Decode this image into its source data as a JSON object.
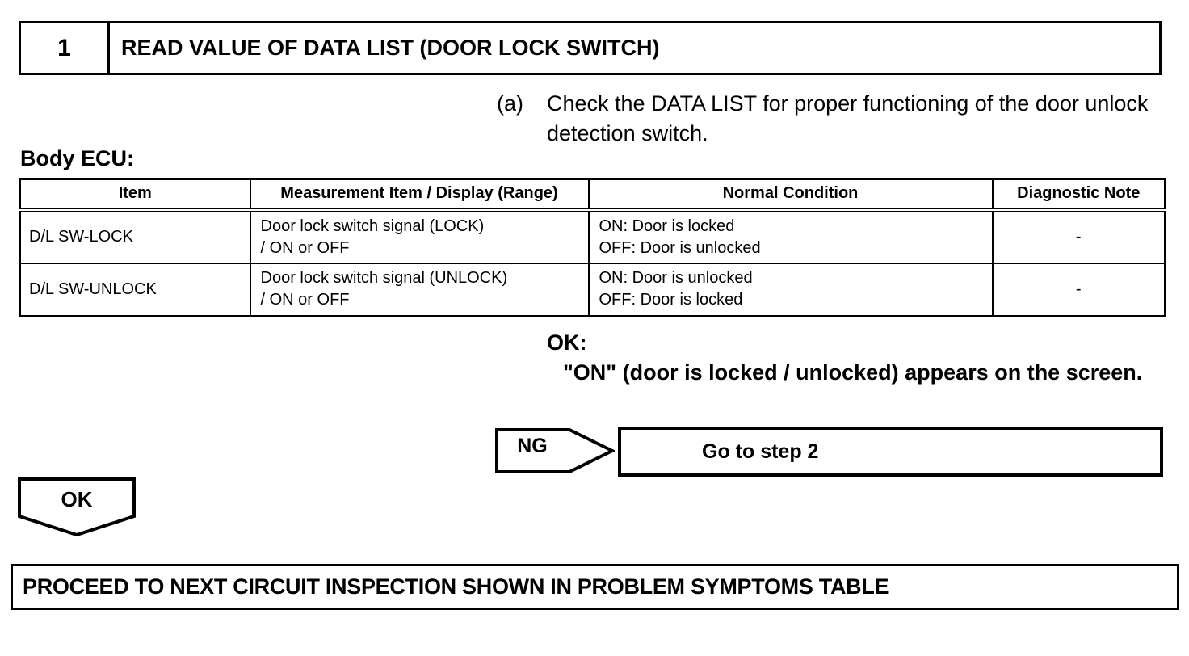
{
  "colors": {
    "ink": "#000000",
    "paper": "#ffffff"
  },
  "step": {
    "number": "1",
    "title": "READ VALUE OF DATA LIST (DOOR LOCK SWITCH)"
  },
  "instruction": {
    "marker": "(a)",
    "text": "Check the DATA LIST for proper functioning of the door unlock detection switch."
  },
  "table": {
    "caption": "Body ECU:",
    "headers": {
      "item": "Item",
      "measurement": "Measurement Item / Display (Range)",
      "normal": "Normal Condition",
      "note": "Diagnostic Note"
    },
    "rows": [
      {
        "item": "D/L SW-LOCK",
        "measurement": "Door lock switch signal (LOCK)\n/ ON or OFF",
        "normal": "ON: Door is locked\nOFF: Door is unlocked",
        "note": "-"
      },
      {
        "item": "D/L SW-UNLOCK",
        "measurement": "Door lock switch signal (UNLOCK)\n/ ON or OFF",
        "normal": "ON: Door is unlocked\nOFF: Door is locked",
        "note": "-"
      }
    ]
  },
  "ok_result": {
    "label": "OK:",
    "text": "\"ON\" (door is locked / unlocked) appears on the screen."
  },
  "ng_branch": {
    "label": "NG",
    "action": "Go to step 2"
  },
  "ok_branch": {
    "label": "OK"
  },
  "footer": {
    "text": "PROCEED TO NEXT CIRCUIT INSPECTION SHOWN IN PROBLEM SYMPTOMS TABLE"
  }
}
